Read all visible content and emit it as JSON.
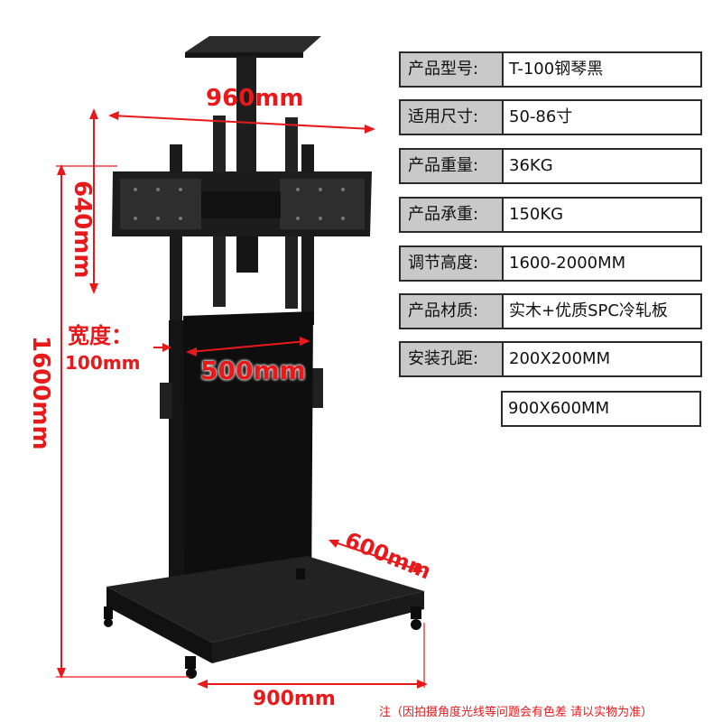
{
  "dimensions": {
    "top_width": "960mm",
    "vesa_height": "640mm",
    "total_height": "1600mm",
    "pillar_label": "宽度：",
    "pillar_width": "100mm",
    "panel_width": "500mm",
    "base_depth": "600mm",
    "base_width": "900mm"
  },
  "specs": [
    {
      "label": "产品型号:",
      "value": "T-100钢琴黑"
    },
    {
      "label": "适用尺寸:",
      "value": "50-86寸"
    },
    {
      "label": "产品重量:",
      "value": "36KG"
    },
    {
      "label": "产品承重:",
      "value": "150KG"
    },
    {
      "label": "调节高度:",
      "value": "1600-2000MM"
    },
    {
      "label": "产品材质:",
      "value": "实木+优质SPC冷轧板"
    },
    {
      "label": "安装孔距:",
      "value": "200X200MM"
    }
  ],
  "specs_extra": "900X600MM",
  "footnote": "注（因拍摄角度光线等问题会有色差 请以实物为准）",
  "colors": {
    "dimension": "#e8191b",
    "stand": "#1a1a1a",
    "spec_bg": "#c9c9c9"
  }
}
